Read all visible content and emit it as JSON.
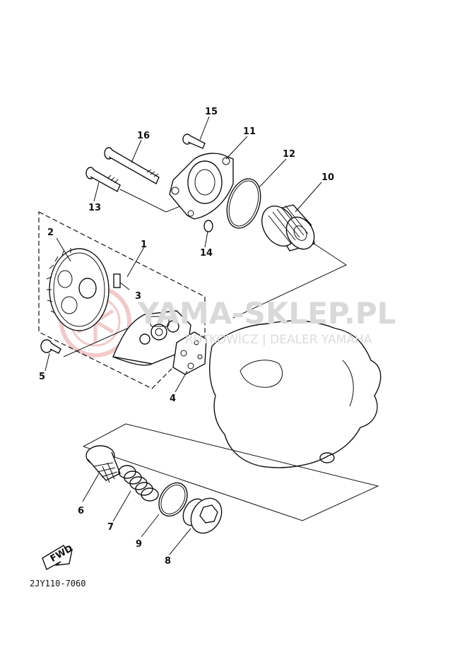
{
  "watermark": {
    "brand": "YAMA-SKLEP.PL",
    "tagline": "RUTKOWICZ | DEALER YAMAHA",
    "logo": "yamaha-tuning-fork-logo",
    "color": "#e8a0a0"
  },
  "parts": [
    {
      "id": "p1",
      "number": "1"
    },
    {
      "id": "p2",
      "number": "2"
    },
    {
      "id": "p3",
      "number": "3"
    },
    {
      "id": "p4",
      "number": "4"
    },
    {
      "id": "p5",
      "number": "5"
    },
    {
      "id": "p6",
      "number": "6"
    },
    {
      "id": "p7",
      "number": "7"
    },
    {
      "id": "p8",
      "number": "8"
    },
    {
      "id": "p9",
      "number": "9"
    },
    {
      "id": "p10",
      "number": "10"
    },
    {
      "id": "p11",
      "number": "11"
    },
    {
      "id": "p12",
      "number": "12"
    },
    {
      "id": "p13",
      "number": "13"
    },
    {
      "id": "p14",
      "number": "14"
    },
    {
      "id": "p15",
      "number": "15"
    },
    {
      "id": "p16",
      "number": "16"
    }
  ],
  "fwd_badge": "FWD",
  "diagram_code": "2JY110-7060"
}
